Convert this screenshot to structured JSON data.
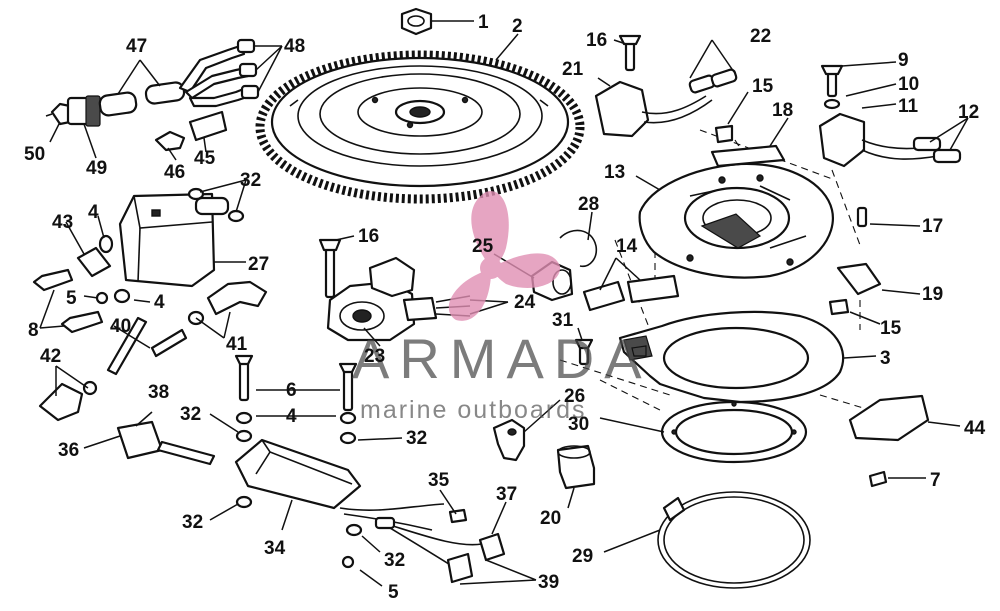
{
  "diagram": {
    "watermark": {
      "brand": "ARMADA",
      "tagline": "marine outboards",
      "logo_color": "#e08fb3"
    },
    "callouts": [
      {
        "id": "c1",
        "number": "1"
      },
      {
        "id": "c2",
        "number": "2"
      },
      {
        "id": "c3",
        "number": "3"
      },
      {
        "id": "c4a",
        "number": "4"
      },
      {
        "id": "c4b",
        "number": "4"
      },
      {
        "id": "c4c",
        "number": "4"
      },
      {
        "id": "c5a",
        "number": "5"
      },
      {
        "id": "c5b",
        "number": "5"
      },
      {
        "id": "c6",
        "number": "6"
      },
      {
        "id": "c7",
        "number": "7"
      },
      {
        "id": "c8",
        "number": "8"
      },
      {
        "id": "c9",
        "number": "9"
      },
      {
        "id": "c10",
        "number": "10"
      },
      {
        "id": "c11",
        "number": "11"
      },
      {
        "id": "c12",
        "number": "12"
      },
      {
        "id": "c13",
        "number": "13"
      },
      {
        "id": "c14",
        "number": "14"
      },
      {
        "id": "c15a",
        "number": "15"
      },
      {
        "id": "c15b",
        "number": "15"
      },
      {
        "id": "c16a",
        "number": "16"
      },
      {
        "id": "c16b",
        "number": "16"
      },
      {
        "id": "c17",
        "number": "17"
      },
      {
        "id": "c18",
        "number": "18"
      },
      {
        "id": "c19",
        "number": "19"
      },
      {
        "id": "c20",
        "number": "20"
      },
      {
        "id": "c21",
        "number": "21"
      },
      {
        "id": "c22",
        "number": "22"
      },
      {
        "id": "c23",
        "number": "23"
      },
      {
        "id": "c24",
        "number": "24"
      },
      {
        "id": "c25",
        "number": "25"
      },
      {
        "id": "c26",
        "number": "26"
      },
      {
        "id": "c27",
        "number": "27"
      },
      {
        "id": "c28",
        "number": "28"
      },
      {
        "id": "c29",
        "number": "29"
      },
      {
        "id": "c30",
        "number": "30"
      },
      {
        "id": "c31",
        "number": "31"
      },
      {
        "id": "c32a",
        "number": "32"
      },
      {
        "id": "c32b",
        "number": "32"
      },
      {
        "id": "c32c",
        "number": "32"
      },
      {
        "id": "c32d",
        "number": "32"
      },
      {
        "id": "c32e",
        "number": "32"
      },
      {
        "id": "c34",
        "number": "34"
      },
      {
        "id": "c35",
        "number": "35"
      },
      {
        "id": "c36",
        "number": "36"
      },
      {
        "id": "c37",
        "number": "37"
      },
      {
        "id": "c38",
        "number": "38"
      },
      {
        "id": "c39",
        "number": "39"
      },
      {
        "id": "c40",
        "number": "40"
      },
      {
        "id": "c41",
        "number": "41"
      },
      {
        "id": "c42",
        "number": "42"
      },
      {
        "id": "c43",
        "number": "43"
      },
      {
        "id": "c44",
        "number": "44"
      },
      {
        "id": "c45",
        "number": "45"
      },
      {
        "id": "c46",
        "number": "46"
      },
      {
        "id": "c47",
        "number": "47"
      },
      {
        "id": "c48",
        "number": "48"
      },
      {
        "id": "c49",
        "number": "49"
      },
      {
        "id": "c50",
        "number": "50"
      }
    ]
  }
}
